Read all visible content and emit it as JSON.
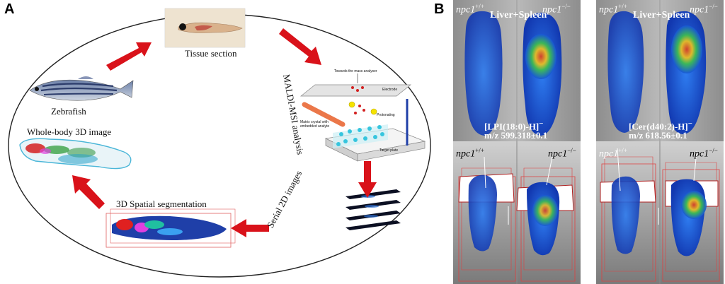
{
  "panel_a": {
    "letter": "A",
    "steps": {
      "tissue_section": "Tissue section",
      "maldi": "MALDI-MSI analysis",
      "serial": "Serial 2D images",
      "segmentation": "3D Spatial segmentation",
      "whole_body": "Whole-body 3D image",
      "zebrafish": "Zebrafish"
    },
    "maldi_inset": {
      "top": "Towards the mass analyser",
      "electrode": "Electrode",
      "protonating": "Protonating",
      "matrix": "Matrix crystal with embedded analyte",
      "target": "Target plate"
    }
  },
  "panel_b": {
    "letter": "B",
    "left": {
      "wt": "npc1",
      "wt_sup": "+/+",
      "ko": "npc1",
      "ko_sup": "−/−",
      "tissue": "Liver+Spleen",
      "ion": "[LPI(18:0)-H]",
      "ion_sup": "−",
      "mz": "m/z  599.318±0.1"
    },
    "right": {
      "wt": "npc1",
      "wt_sup": "+/+",
      "ko": "npc1",
      "ko_sup": "−/−",
      "tissue": "Liver+Spleen",
      "ion": "[Cer(d40:2)-H]",
      "ion_sup": "−",
      "mz": "m/z  618.56±0.1"
    }
  },
  "colors": {
    "arrow": "#d9121a",
    "ellipse": "#222222",
    "outline_red": "#d62020"
  }
}
